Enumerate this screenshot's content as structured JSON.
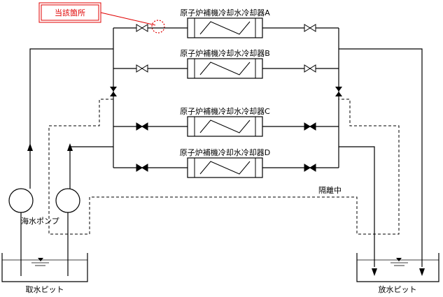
{
  "callout": {
    "text": "当該箇所",
    "color": "#e00000"
  },
  "coolers": [
    {
      "label": "原子炉補機冷却水冷却器A",
      "valves": "open"
    },
    {
      "label": "原子炉補機冷却水冷却器B",
      "valves": "open"
    },
    {
      "label": "原子炉補機冷却水冷却器C",
      "valves": "closed"
    },
    {
      "label": "原子炉補機冷却水冷却器D",
      "valves": "closed"
    }
  ],
  "isolated_label": "隔離中",
  "pump_label": "海水ポンプ",
  "intake_pit_label": "取水ピット",
  "discharge_pit_label": "放水ピット"
}
